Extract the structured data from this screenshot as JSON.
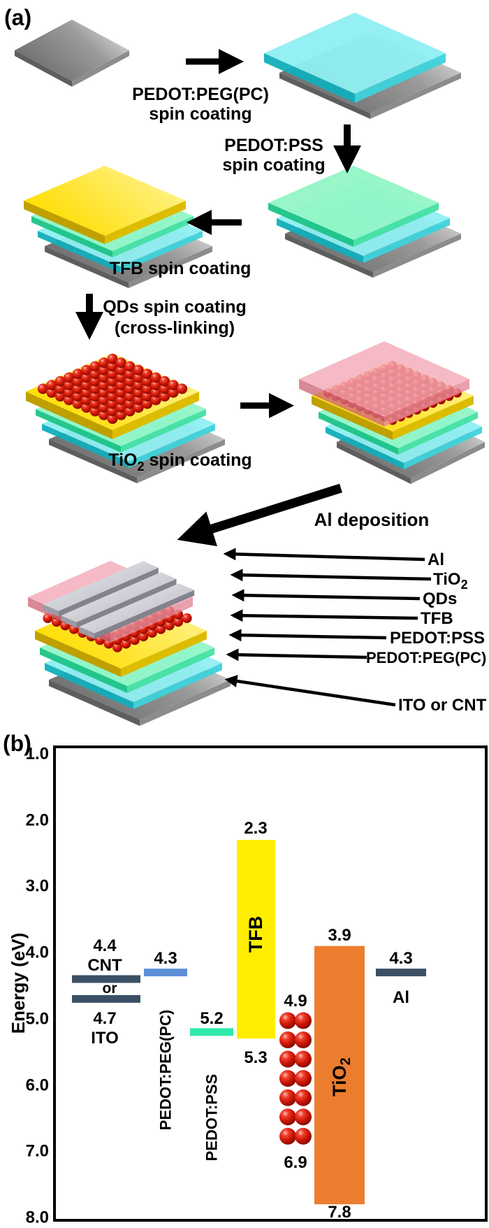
{
  "panel_a": {
    "label": "(a)",
    "steps": {
      "peg_line1": "PEDOT:PEG(PC)",
      "peg_line2": "spin coating",
      "pss_line1": "PEDOT:PSS",
      "pss_line2": "spin coating",
      "tfb": "TFB spin coating",
      "qd_line1": "QDs spin coating",
      "qd_line2": "(cross-linking)",
      "tio2_pre": "TiO",
      "tio2_sub": "2",
      "tio2_post": " spin coating",
      "al": "Al deposition"
    },
    "device_labels": {
      "al": "Al",
      "tio2_main": "TiO",
      "tio2_sub": "2",
      "qds": "QDs",
      "tfb": "TFB",
      "pss": "PEDOT:PSS",
      "peg": "PEDOT:PEG(PC)",
      "ito": "ITO or CNT"
    }
  },
  "panel_b": {
    "label": "(b)",
    "ylabel": "Energy (eV)",
    "yticks": [
      "1.0",
      "2.0",
      "3.0",
      "4.0",
      "5.0",
      "6.0",
      "7.0",
      "8.0"
    ],
    "cnt": {
      "value": "4.4",
      "name": "CNT",
      "or_text": "or",
      "ito_value": "4.7",
      "ito_name": "ITO"
    },
    "peg": {
      "value": "4.3",
      "name": "PEDOT:PEG(PC)"
    },
    "pss": {
      "value": "5.2",
      "name": "PEDOT:PSS"
    },
    "tfb": {
      "lumo": "2.3",
      "name": "TFB",
      "homo": "5.3"
    },
    "qds": {
      "lumo": "4.9",
      "homo": "6.9"
    },
    "tio2": {
      "lumo": "3.9",
      "name_main": "TiO",
      "name_sub": "2",
      "homo": "7.8"
    },
    "al": {
      "value": "4.3",
      "name": "Al"
    }
  },
  "colors": {
    "substrate_gray": "#8C8C8C",
    "pedot_peg_layer": "#5FE0E8",
    "pedot_pss_layer": "#5FEFB0",
    "tfb_layer": "#FFE400",
    "qd_red": "#CC1505",
    "tio2_layer_pink": "#F3A9B6",
    "al_silver": "#C9C9D1",
    "cnt_ito_bar": "#3C5065",
    "pedot_peg_bar": "#5C8FD6",
    "pedot_pss_bar": "#2FE9AE",
    "tfb_bar": "#FFEE00",
    "tio2_bar": "#EC7D2F",
    "al_bar": "#3C5065"
  },
  "chart_data": {
    "type": "bar",
    "ylabel": "Energy (eV)",
    "ylim": [
      8.0,
      1.0
    ],
    "yticks": [
      1.0,
      2.0,
      3.0,
      4.0,
      5.0,
      6.0,
      7.0,
      8.0
    ],
    "series": [
      {
        "name": "CNT",
        "type": "level",
        "value": 4.4
      },
      {
        "name": "ITO",
        "type": "level",
        "value": 4.7
      },
      {
        "name": "PEDOT:PEG(PC)",
        "type": "level",
        "value": 4.3
      },
      {
        "name": "PEDOT:PSS",
        "type": "level",
        "value": 5.2
      },
      {
        "name": "TFB",
        "type": "band",
        "lumo": 2.3,
        "homo": 5.3
      },
      {
        "name": "QDs",
        "type": "band",
        "lumo": 4.9,
        "homo": 6.9
      },
      {
        "name": "TiO2",
        "type": "band",
        "lumo": 3.9,
        "homo": 7.8
      },
      {
        "name": "Al",
        "type": "level",
        "value": 4.3
      }
    ]
  }
}
